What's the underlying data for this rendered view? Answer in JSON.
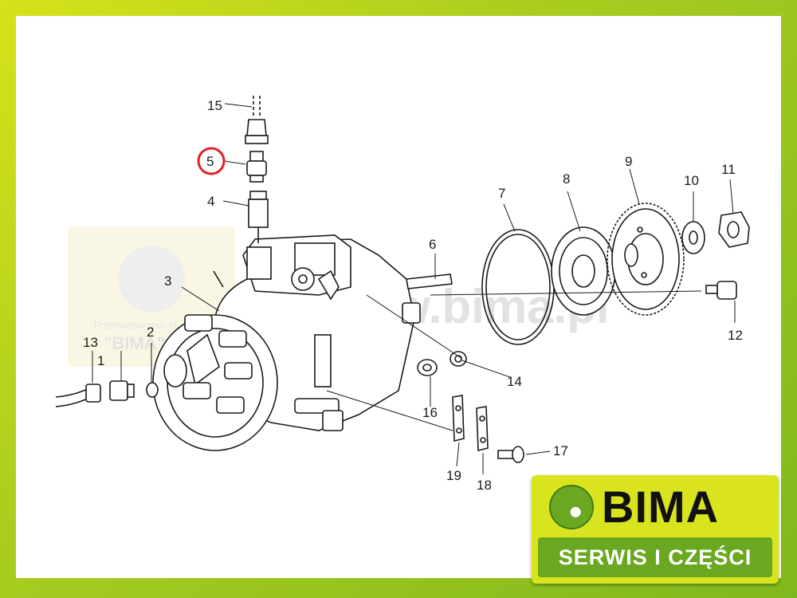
{
  "diagram": {
    "part_labels": [
      "1",
      "2",
      "3",
      "4",
      "5",
      "6",
      "7",
      "8",
      "9",
      "10",
      "11",
      "12",
      "13",
      "14",
      "15",
      "16",
      "17",
      "18",
      "19"
    ],
    "highlighted_part": "5",
    "highlight_color": "#e0202a"
  },
  "watermark": {
    "line1": "Przedsiębiorstwo H...",
    "line2": "\"BIMA\"",
    "url": "www.bima.pl"
  },
  "logo": {
    "name": "BIMA",
    "subtitle": "SERWIS I CZĘŚCI",
    "brand_yellow": "#d9e41f",
    "brand_green": "#6aa821"
  }
}
